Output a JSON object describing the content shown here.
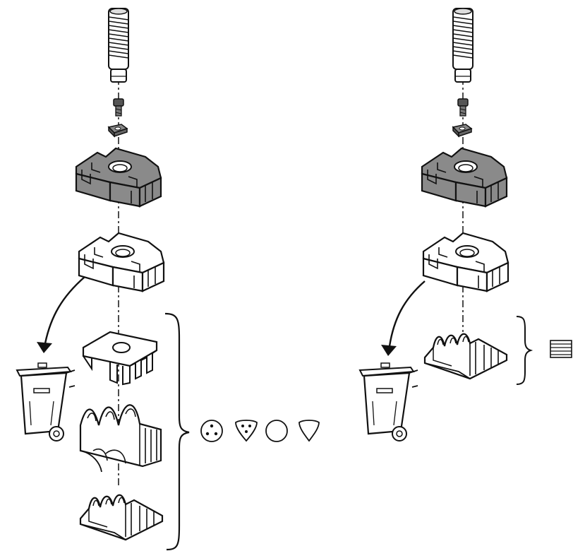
{
  "diagram": {
    "kind": "exploded-assembly-instructions",
    "line_color": "#111111",
    "shade_color": "#8a8a8a",
    "light_fill": "#ffffff",
    "assemblies": [
      {
        "id": "left",
        "parts": [
          "threaded-bolt-icon",
          "screw-icon",
          "clamp-washer-icon",
          "clamp-body-shaded-icon",
          "clamp-body-outline-icon",
          "insert-with-hole-icon",
          "insert-large-wave-icon",
          "insert-small-wave-icon"
        ],
        "discard": "waste-bin-icon",
        "options_after_brace": [
          "three-dot-circle-icon",
          "three-dot-triangle-icon",
          "empty-circle-icon",
          "empty-triangle-icon"
        ]
      },
      {
        "id": "right",
        "parts": [
          "threaded-bolt-icon",
          "screw-icon",
          "clamp-washer-icon",
          "clamp-body-shaded-icon",
          "clamp-body-outline-icon",
          "insert-small-wave-icon"
        ],
        "discard": "waste-bin-icon",
        "options_after_brace": [
          "flat-cable-icon"
        ]
      }
    ]
  }
}
